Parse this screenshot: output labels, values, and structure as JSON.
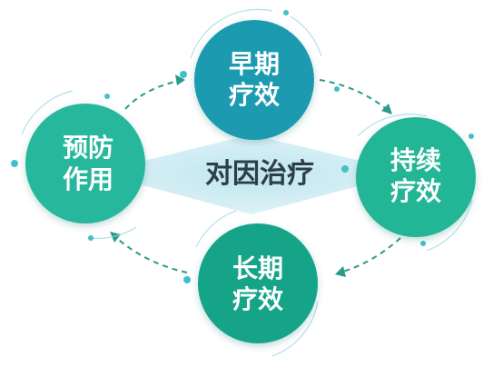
{
  "center": {
    "title": "对因治疗"
  },
  "nodes": [
    {
      "id": "early",
      "line1": "早期",
      "line2": "疗效",
      "color": "#1f9ab0"
    },
    {
      "id": "sustained",
      "line1": "持续",
      "line2": "疗效",
      "color": "#21b696"
    },
    {
      "id": "longterm",
      "line1": "长期",
      "line2": "疗效",
      "color": "#14a489"
    },
    {
      "id": "prevention",
      "line1": "预防",
      "line2": "作用",
      "color": "#27b79d"
    }
  ],
  "cycle": [
    "early",
    "sustained",
    "longterm",
    "prevention"
  ],
  "colors": {
    "arrow": "#2a9a8a",
    "diamond": "#cdecf3",
    "ring": "#9fd9e4",
    "dot": "#3ec1c9"
  }
}
